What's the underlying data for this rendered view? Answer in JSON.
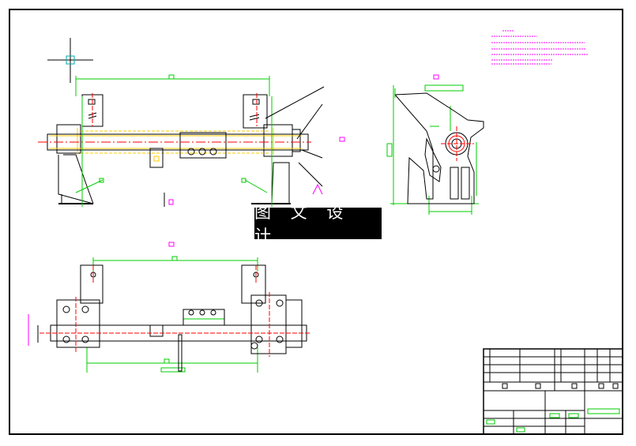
{
  "drawing": {
    "watermark_text": "图 文 设 计",
    "colors": {
      "outline": "#000000",
      "dimension": "#00cc00",
      "centerline": "#ff0000",
      "hidden": "#ffcc00",
      "text": "#ff00ff",
      "crosshair": "#00aaaa"
    },
    "views": [
      "front-view",
      "side-view",
      "top-view"
    ],
    "title_block": {
      "present": true
    }
  }
}
